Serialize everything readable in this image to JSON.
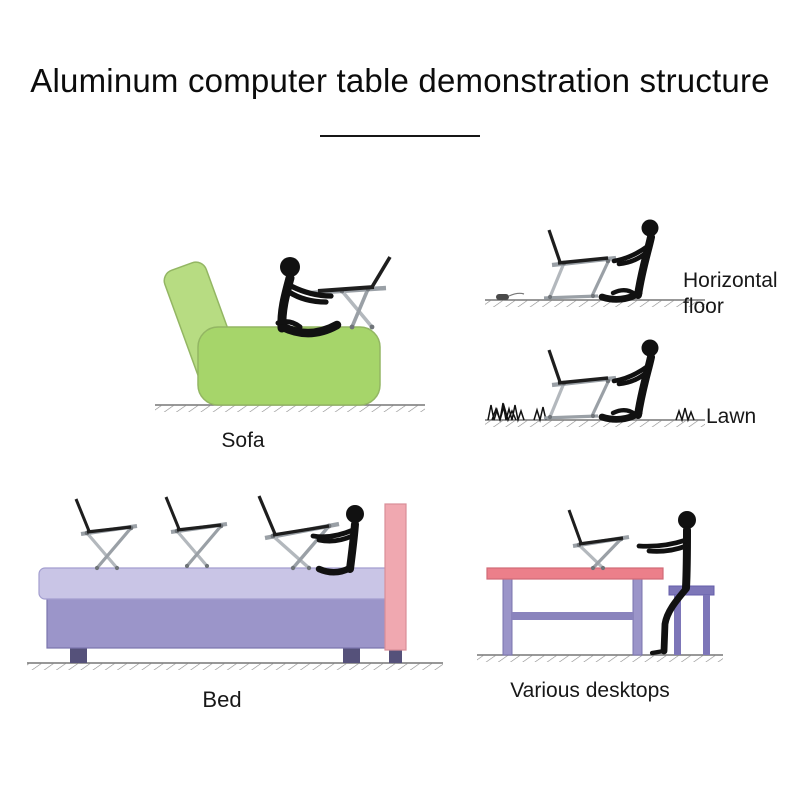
{
  "page": {
    "title": "Aluminum computer table demonstration structure"
  },
  "scenes": [
    {
      "id": "sofa",
      "label": "Sofa"
    },
    {
      "id": "horizontal-floor",
      "label": "Horizontal floor"
    },
    {
      "id": "lawn",
      "label": "Lawn"
    },
    {
      "id": "bed",
      "label": "Bed"
    },
    {
      "id": "various-desktops",
      "label": "Various desktops"
    }
  ],
  "icons": [
    "stick-figure-icon",
    "laptop-icon",
    "laptop-stand-icon",
    "sofa-icon",
    "bed-icon",
    "desk-icon",
    "stool-icon",
    "grass-icon",
    "ground-hatch-icon",
    "mouse-icon"
  ],
  "colors": {
    "background": "#ffffff",
    "text": "#181818",
    "figure_black": "#111111",
    "sofa_green": "#a6d56a",
    "sofa_green_light": "#b7dc82",
    "bed_frame_purple": "#9b95c9",
    "mattress_purple": "#c9c5e6",
    "headboard_pink": "#f0a8b0",
    "desk_pink": "#ec7f8a",
    "stool_purple": "#7d76b8",
    "stand_gray": "#9aa0a6",
    "ground_gray": "#777777"
  }
}
